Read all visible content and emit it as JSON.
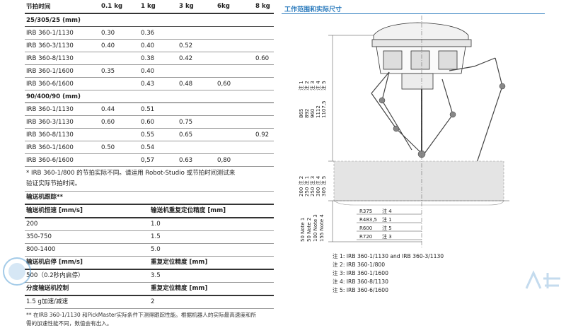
{
  "cycle_table": {
    "headers": [
      "节拍时间",
      "0.1 kg",
      "1 kg",
      "3 kg",
      "6kg",
      "8 kg"
    ],
    "groups": [
      {
        "label": "25/305/25 (mm)",
        "rows": [
          [
            "IRB 360-1/1130",
            "0.30",
            "0.36",
            "",
            "",
            ""
          ],
          [
            "IRB 360-3/1130",
            "0.40",
            "0.40",
            "0.52",
            "",
            ""
          ],
          [
            "IRB 360-8/1130",
            "",
            "0.38",
            "0.42",
            "",
            "0.60"
          ],
          [
            "IRB 360-1/1600",
            "0.35",
            "0.40",
            "",
            "",
            ""
          ],
          [
            "IRB 360-6/1600",
            "",
            "0.43",
            "0.48",
            "0,60",
            ""
          ]
        ]
      },
      {
        "label": "90/400/90 (mm)",
        "rows": [
          [
            "IRB 360-1/1130",
            "0.44",
            "0.51",
            "",
            "",
            ""
          ],
          [
            "IRB 360-3/1130",
            "0.60",
            "0.60",
            "0.75",
            "",
            ""
          ],
          [
            "IRB 360-8/1130",
            "",
            "0.55",
            "0.65",
            "",
            "0.92"
          ],
          [
            "IRB 360-1/1600",
            "0.50",
            "0.54",
            "",
            "",
            ""
          ],
          [
            "IRB 360-6/1600",
            "",
            "0,57",
            "0.63",
            "0,80",
            ""
          ]
        ]
      }
    ],
    "note_line1": "* IRB 360-1/800 的节拍实际不同。请运用 Robot-Studio 或节拍时间测试来",
    "note_line2": "验证实际节拍时间。"
  },
  "conveyor": {
    "title": "输送机跟踪**",
    "speed_header": [
      "输送机恒速 [mm/s]",
      "输送机重复定位精度 [mm]"
    ],
    "speed_rows": [
      [
        "200",
        "1.0"
      ],
      [
        "350-750",
        "1.5"
      ],
      [
        "800-1400",
        "5.0"
      ]
    ],
    "start_header": [
      "输送机启停 [mm/s]",
      "重复定位精度 [mm]"
    ],
    "start_rows": [
      [
        "500（0.2秒内启停）",
        "3.5"
      ]
    ],
    "accel_header": [
      "分度输送机控制",
      "重复定位精度 [mm]"
    ],
    "accel_rows": [
      [
        "1.5 g加速/减速",
        "2"
      ]
    ],
    "footnote_line1": "** 在IRB 360-1/1130 和PickMaster实际条件下测得跟踪性能。根据机器人的实际最高速度和所",
    "footnote_line2": "需的加速性能不同，数值会有出入。"
  },
  "diagram": {
    "title": "工作范围和实际尺寸",
    "vertical_dims": [
      "865",
      "892",
      "960",
      "1112",
      "1107,5"
    ],
    "vertical_notes": [
      "注 1",
      "注 2",
      "注 3",
      "注 4",
      "注 5"
    ],
    "lower_dims": [
      "200 注 2",
      "250 注 1",
      "250 注 3",
      "300 注 4",
      "305 注 5"
    ],
    "lower_left": [
      "50 Note 1",
      "50 Note 2",
      "100 Note 3",
      "155 Note 4"
    ],
    "radii": [
      [
        "R375",
        "注 4"
      ],
      [
        "R483,5",
        "注 1"
      ],
      [
        "R600",
        "注 5"
      ],
      [
        "R720",
        "注 3"
      ]
    ]
  },
  "legend": [
    "注 1: IRB 360-1/1130 and IRB 360-3/1130",
    "注 2: IRB 360-1/800",
    "注 3: IRB 360-1/1600",
    "注 4: IRB 360-8/1130",
    "注 5: IRB 360-6/1600"
  ]
}
